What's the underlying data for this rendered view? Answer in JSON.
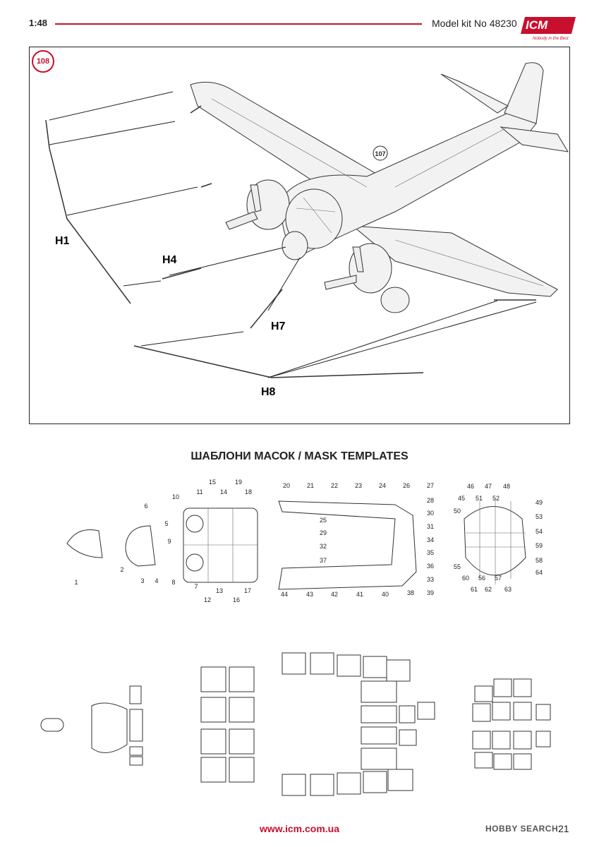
{
  "header": {
    "scale": "1:48",
    "kit_number": "Model kit No 48230",
    "brand": "ICM",
    "tagline": "Nobody in the Best",
    "accent_color": "#c8102e"
  },
  "assembly": {
    "step": "108",
    "ref_step": "107",
    "parts": [
      "H1",
      "H4",
      "H7",
      "H8"
    ]
  },
  "masks": {
    "title": "ШАБЛОНИ МАСОК / MASK TEMPLATES",
    "numbers": [
      "1",
      "2",
      "3",
      "4",
      "5",
      "6",
      "7",
      "8",
      "9",
      "10",
      "11",
      "12",
      "13",
      "14",
      "15",
      "16",
      "17",
      "18",
      "19",
      "20",
      "21",
      "22",
      "23",
      "24",
      "25",
      "26",
      "27",
      "28",
      "29",
      "30",
      "31",
      "32",
      "33",
      "34",
      "35",
      "36",
      "37",
      "38",
      "39",
      "40",
      "41",
      "42",
      "43",
      "44",
      "45",
      "46",
      "47",
      "48",
      "49",
      "50",
      "51",
      "52",
      "53",
      "54",
      "55",
      "56",
      "57",
      "58",
      "59",
      "60",
      "61",
      "62",
      "63",
      "64"
    ]
  },
  "footer": {
    "url": "www.icm.com.ua",
    "page": "21",
    "watermark": "HOBBY SEARCH"
  }
}
